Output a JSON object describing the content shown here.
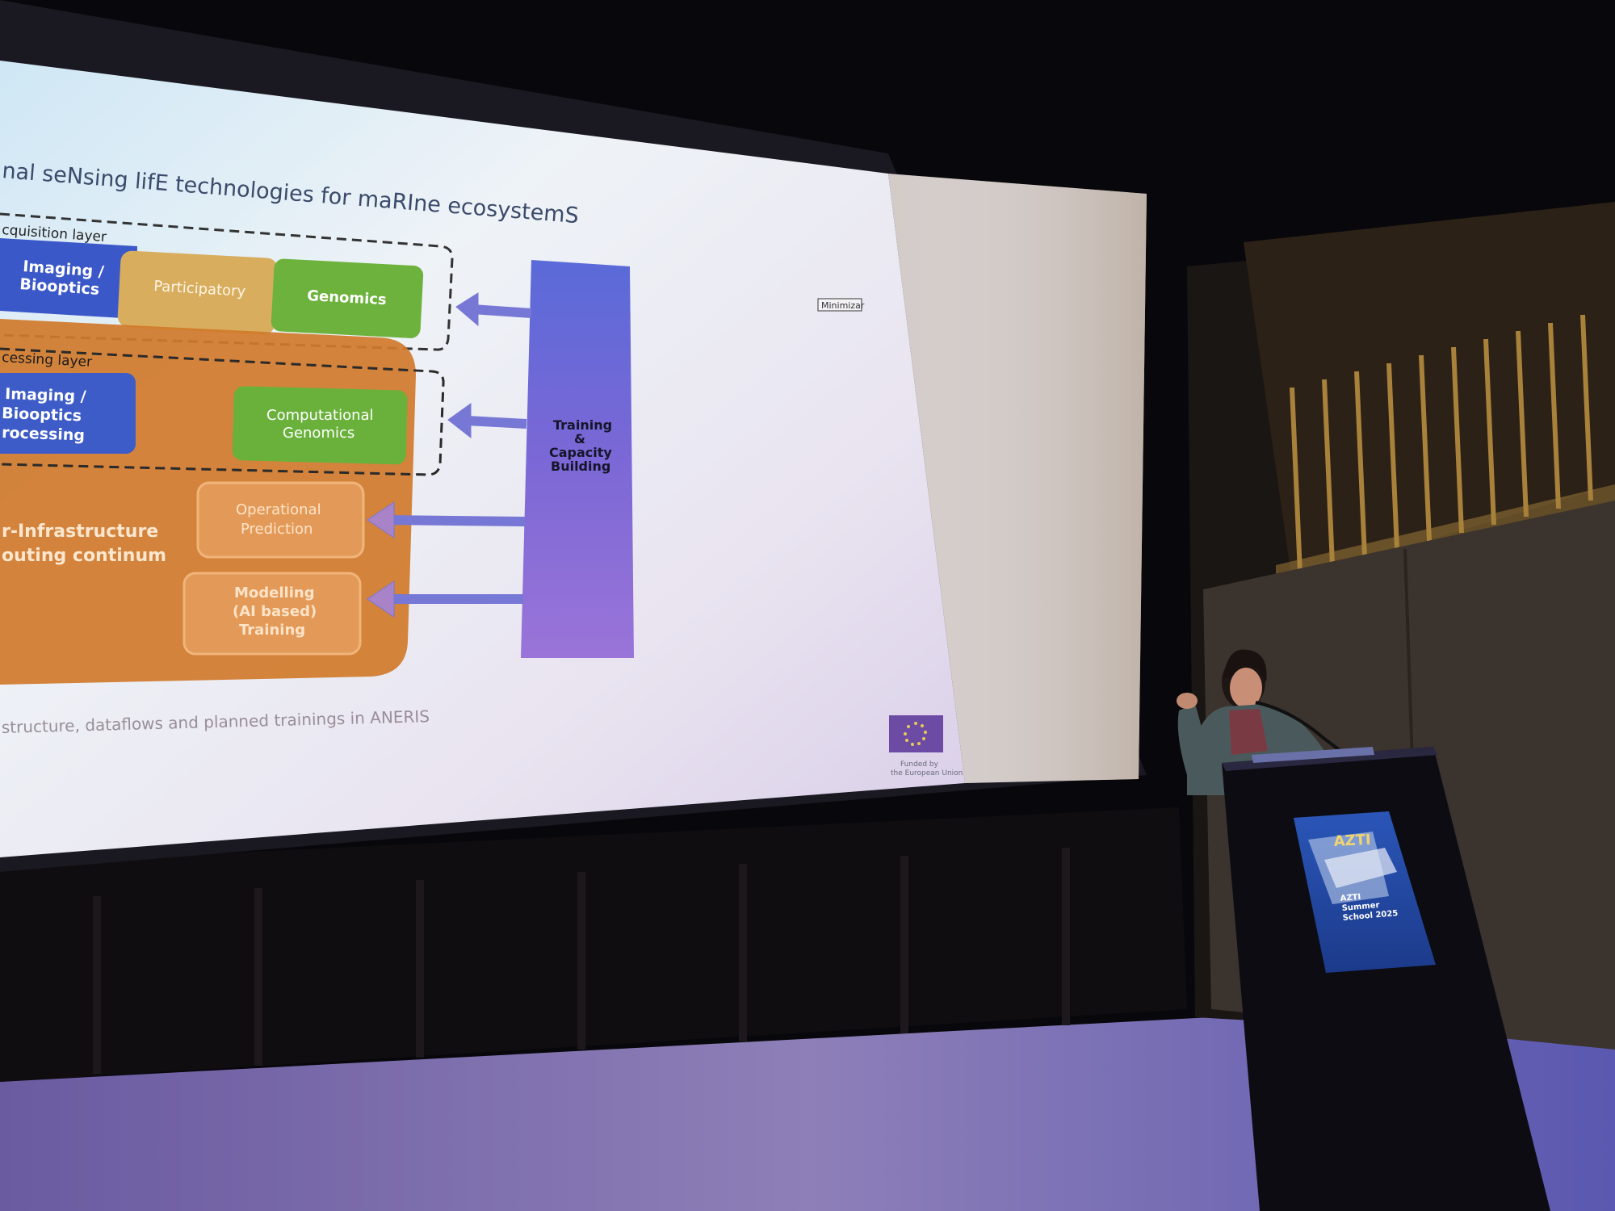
{
  "slide": {
    "title": "nal seNsing lifE technologies for maRIne ecosystemS",
    "acquisition_layer_label": "cquisition layer",
    "processing_layer_label": "cessing layer",
    "acquisition_boxes": {
      "imaging_line1": "Imaging /",
      "imaging_line2": "Biooptics",
      "participatory": "Participatory",
      "genomics": "Genomics"
    },
    "processing_boxes": {
      "imaging_line1": "Imaging /",
      "imaging_line2": "Biooptics",
      "imaging_line3": "rocessing",
      "computational_line1": "Computational",
      "computational_line2": "Genomics"
    },
    "infrastructure_line1": "r-Infrastructure",
    "infrastructure_line2": "outing continum",
    "operational_line1": "Operational",
    "operational_line2": "Prediction",
    "modelling_line1": "Modelling",
    "modelling_line2": "(AI based)",
    "modelling_line3": "Training",
    "training_line1": "Training",
    "training_line2": "&",
    "training_line3": "Capacity",
    "training_line4": "Building",
    "minimize_button": "Minimizar",
    "caption": "structure, dataflows and planned trainings in ANERIS",
    "eu_funded_line1": "Funded by",
    "eu_funded_line2": "the European Union"
  },
  "lectern": {
    "poster_logo": "AZTI",
    "poster_line1": "AZTI",
    "poster_line2": "Summer",
    "poster_line3": "School 2025"
  },
  "colors": {
    "blue_box": "#3f5fd0",
    "participatory_box": "#d9b060",
    "green_box": "#6fb23e",
    "orange_panel": "#d07a2a",
    "training_bar": "#6a60d0",
    "arrow": "#7a78d8"
  }
}
